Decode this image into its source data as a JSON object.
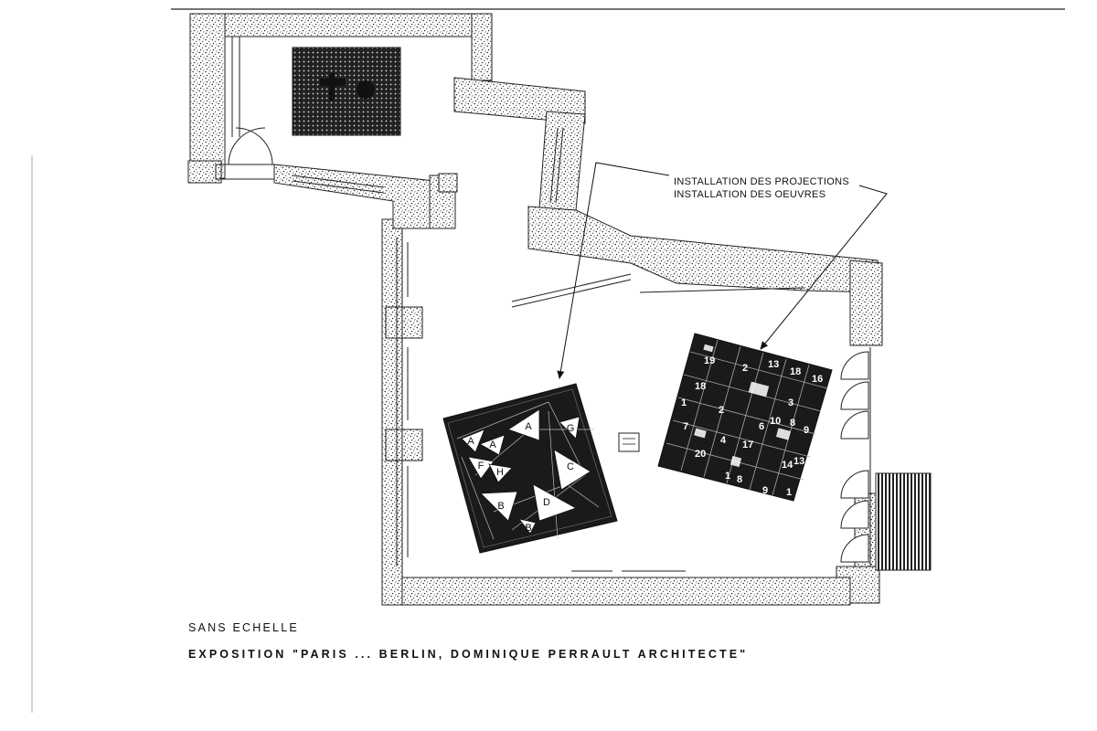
{
  "annotations": {
    "projections": "INSTALLATION DES PROJECTIONS",
    "oeuvres": "INSTALLATION DES OEUVRES"
  },
  "caption": {
    "scale": "SANS ECHELLE",
    "title": "EXPOSITION \"PARIS ... BERLIN, DOMINIQUE PERRAULT ARCHITECTE\""
  },
  "projection_screens": [
    "A",
    "A",
    "A",
    "G",
    "F",
    "H",
    "C",
    "B",
    "D",
    "B"
  ],
  "oeuvre_numbers": [
    "19",
    "2",
    "13",
    "18",
    "16",
    "18",
    "1",
    "2",
    "3",
    "10",
    "8",
    "9",
    "4",
    "17",
    "7",
    "6",
    "14",
    "13",
    "1",
    "8",
    "9",
    "1",
    "20"
  ],
  "colors": {
    "ink": "#1a1a1a",
    "paper": "#ffffff"
  }
}
